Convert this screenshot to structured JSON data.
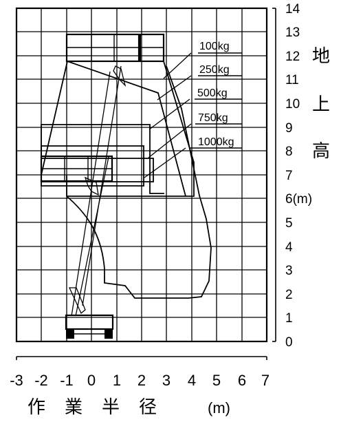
{
  "y_axis": {
    "ticks": [
      "14",
      "13",
      "12",
      "11",
      "10",
      "9",
      "8",
      "7",
      "6(m)",
      "5",
      "4",
      "3",
      "2",
      "1",
      "0"
    ],
    "title_chars": [
      "地",
      "上",
      "高"
    ]
  },
  "x_axis": {
    "ticks": [
      "-3",
      "-2",
      "-1",
      "0",
      "1",
      "2",
      "3",
      "4",
      "5",
      "6",
      "7"
    ],
    "title": "作業半径",
    "unit": "(m)"
  },
  "load_labels": [
    "100kg",
    "250kg",
    "500kg",
    "750kg",
    "1000kg"
  ],
  "chart_data": {
    "type": "diagram",
    "x_axis_range": [
      -3,
      7
    ],
    "y_axis_range": [
      0,
      14
    ],
    "x_ticks": [
      -3,
      -2,
      -1,
      0,
      1,
      2,
      3,
      4,
      5,
      6,
      7
    ],
    "y_ticks": [
      0,
      1,
      2,
      3,
      4,
      5,
      6,
      7,
      8,
      9,
      10,
      11,
      12,
      13,
      14
    ],
    "series": [
      {
        "name": "100kg"
      },
      {
        "name": "250kg"
      },
      {
        "name": "500kg"
      },
      {
        "name": "750kg"
      },
      {
        "name": "1000kg"
      }
    ],
    "grid": true
  }
}
